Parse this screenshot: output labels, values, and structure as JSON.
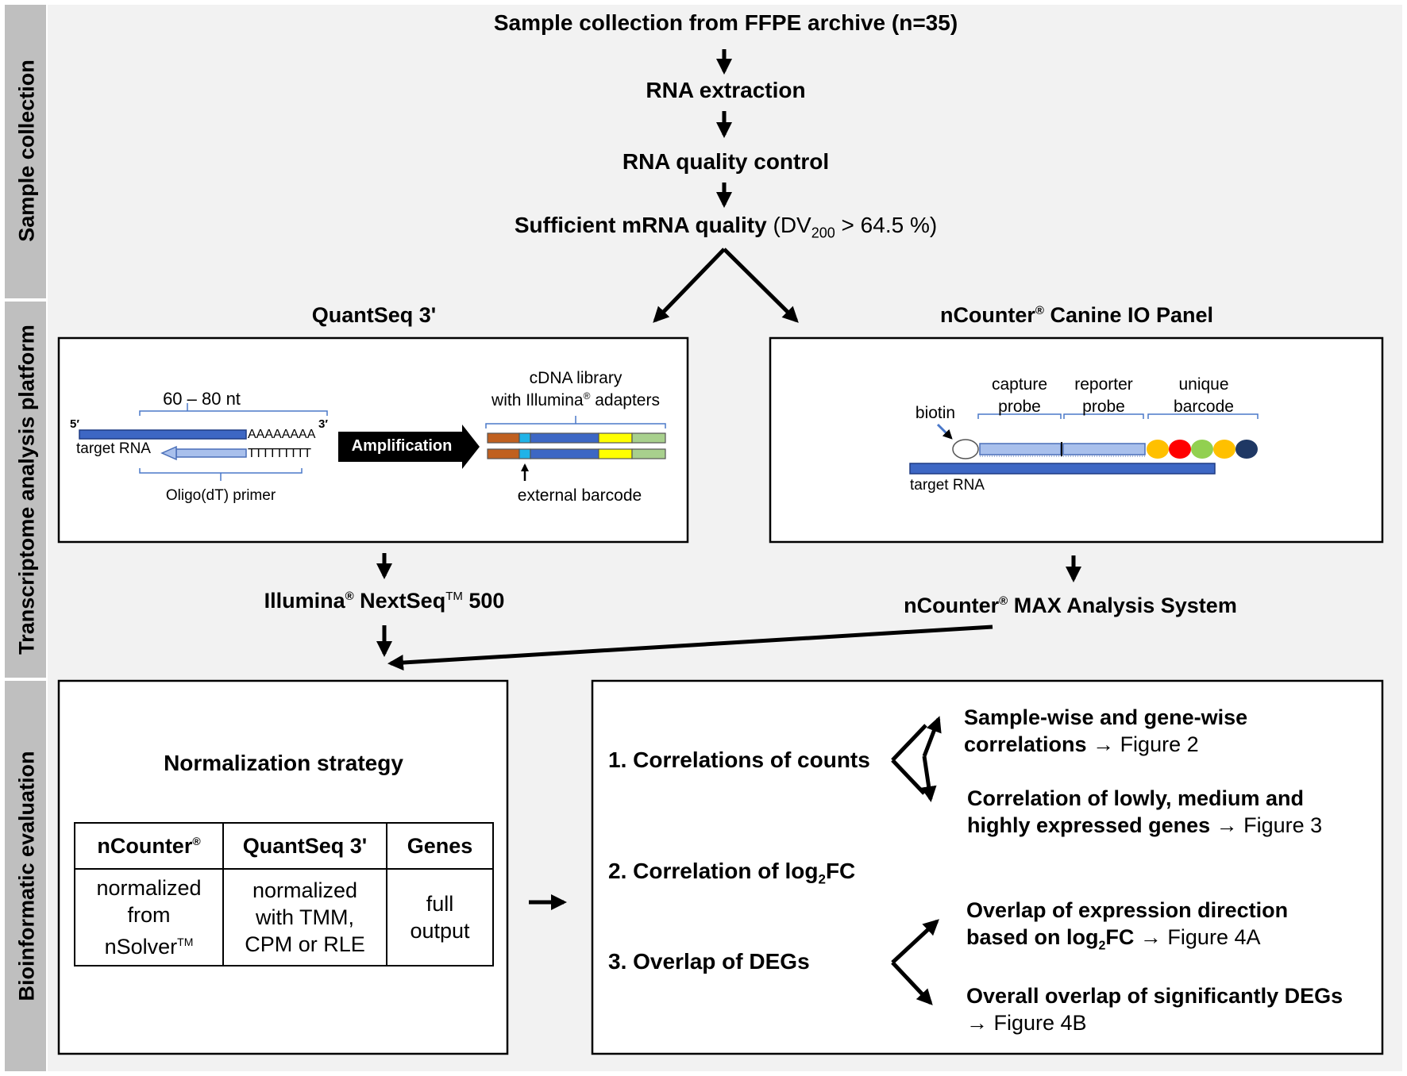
{
  "sections": {
    "sample_collection": "Sample collection",
    "transcriptome_platform": "Transcriptome analysis platform",
    "bioinformatic_evaluation": "Bioinformatic evaluation"
  },
  "flow": {
    "step1": "Sample collection from FFPE archive (n=35)",
    "step2": "RNA extraction",
    "step3": "RNA quality control",
    "step4_bold": "Sufficient mRNA quality",
    "step4_open": " (DV",
    "step4_sub": "200",
    "step4_close": " > 64.5 %)"
  },
  "quantseq": {
    "title": "QuantSeq 3'",
    "length": "60 – 80 nt",
    "five_prime": "5′",
    "three_prime": "3′",
    "poly_a": "AAAAAAAA",
    "poly_t": "TTTTTTTTT",
    "target_rna": "target RNA",
    "primer": "Oligo(dT) primer",
    "amplification": "Amplification",
    "cdna_line1": "cDNA library",
    "cdna_line2a": "with Illumina",
    "reg": "®",
    "cdna_line2b": " adapters",
    "barcode": "external barcode",
    "instrument_a": "Illumina",
    "instrument_b": " NextSeq",
    "tm": "TM",
    "instrument_c": " 500",
    "colors": {
      "rna": "#3d67c4",
      "primer": "#a9c0ec",
      "brown": "#c0601f",
      "cyan": "#1fb3e8",
      "yellow": "#ffff00",
      "green": "#a8d08d"
    }
  },
  "ncounter": {
    "title_a": "nCounter",
    "reg": "®",
    "title_b": " Canine IO Panel",
    "biotin": "biotin",
    "capture_line1": "capture",
    "capture_line2": "probe",
    "reporter_line1": "reporter",
    "reporter_line2": "probe",
    "unique_line1": "unique",
    "unique_line2": "barcode",
    "target_rna": "target RNA",
    "system_a": "nCounter",
    "system_b": " MAX Analysis System",
    "barcode_colors": [
      "#ffc000",
      "#ff0000",
      "#92d050",
      "#ffc000",
      "#1f3864"
    ]
  },
  "normalization": {
    "title": "Normalization strategy",
    "headers": {
      "ncounter": "nCounter",
      "quantseq": "QuantSeq 3'",
      "genes": "Genes"
    },
    "reg": "®",
    "tm": "TM",
    "ncounter_cell": {
      "l1": "normalized",
      "l2": "from",
      "l3": "nSolver"
    },
    "quantseq_cell": {
      "l1": "normalized",
      "l2": "with TMM,",
      "l3": "CPM or RLE"
    },
    "genes_cell": {
      "l1": "full",
      "l2": "output"
    }
  },
  "evaluation": {
    "item1": "1. Correlations of counts",
    "item2_a": "2. Correlation of log",
    "item2_sub": "2",
    "item2_b": "FC",
    "item3": "3. Overlap of DEGs",
    "sub1a_line1": "Sample-wise and gene-wise",
    "sub1a_line2": "correlations",
    "sub1a_ref": " → Figure 2",
    "sub1b_line1": "Correlation of lowly, medium and",
    "sub1b_line2": "highly expressed genes",
    "sub1b_ref": " → Figure 3",
    "sub3a_line1": "Overlap of expression direction",
    "sub3a_line2a": "based on log",
    "sub3a_sub": "2",
    "sub3a_line2b": "FC",
    "sub3a_ref": " → Figure 4A",
    "sub3b_line1": "Overall overlap of significantly DEGs",
    "sub3b_ref": "→ Figure 4B"
  }
}
